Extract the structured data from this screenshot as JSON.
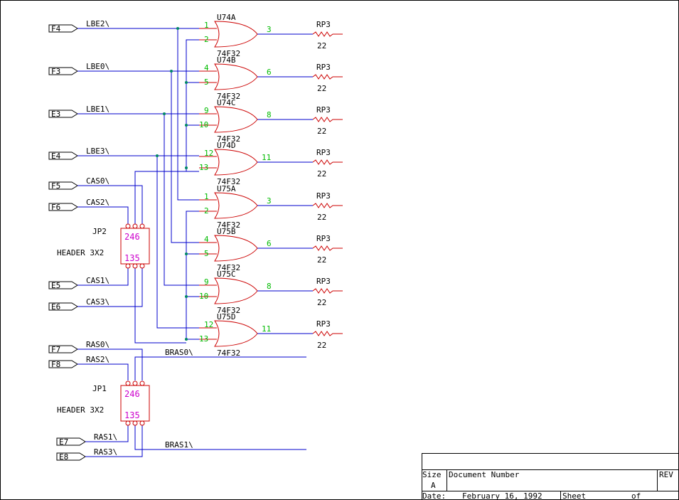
{
  "gates": [
    {
      "ref": "U74A",
      "type": "74F32",
      "in_a": "1",
      "in_b": "2",
      "out": "3",
      "res_ref": "RP3",
      "res_val": "22"
    },
    {
      "ref": "U74B",
      "type": "74F32",
      "in_a": "4",
      "in_b": "5",
      "out": "6",
      "res_ref": "RP3",
      "res_val": "22"
    },
    {
      "ref": "U74C",
      "type": "74F32",
      "in_a": "9",
      "in_b": "10",
      "out": "8",
      "res_ref": "RP3",
      "res_val": "22"
    },
    {
      "ref": "U74D",
      "type": "74F32",
      "in_a": "12",
      "in_b": "13",
      "out": "11",
      "res_ref": "RP3",
      "res_val": "22"
    },
    {
      "ref": "U75A",
      "type": "74F32",
      "in_a": "1",
      "in_b": "2",
      "out": "3",
      "res_ref": "RP3",
      "res_val": "22"
    },
    {
      "ref": "U75B",
      "type": "74F32",
      "in_a": "4",
      "in_b": "5",
      "out": "6",
      "res_ref": "RP3",
      "res_val": "22"
    },
    {
      "ref": "U75C",
      "type": "74F32",
      "in_a": "9",
      "in_b": "10",
      "out": "8",
      "res_ref": "RP3",
      "res_val": "22"
    },
    {
      "ref": "U75D",
      "type": "74F32",
      "in_a": "12",
      "in_b": "13",
      "out": "11",
      "res_ref": "RP3",
      "res_val": "22"
    }
  ],
  "ports": [
    {
      "id": "F4",
      "signal": "LBE2\\"
    },
    {
      "id": "F3",
      "signal": "LBE0\\"
    },
    {
      "id": "E3",
      "signal": "LBE1\\"
    },
    {
      "id": "E4",
      "signal": "LBE3\\"
    },
    {
      "id": "F5",
      "signal": "CAS0\\"
    },
    {
      "id": "F6",
      "signal": "CAS2\\"
    },
    {
      "id": "E5",
      "signal": "CAS1\\"
    },
    {
      "id": "E6",
      "signal": "CAS3\\"
    },
    {
      "id": "F7",
      "signal": "RAS0\\"
    },
    {
      "id": "F8",
      "signal": "RAS2\\"
    },
    {
      "id": "E7",
      "signal": "RAS1\\"
    },
    {
      "id": "E8",
      "signal": "RAS3\\"
    }
  ],
  "jumpers": [
    {
      "ref": "JP2",
      "desc": "HEADER 3X2",
      "top_pins": "246",
      "bottom_pins": "135"
    },
    {
      "ref": "JP1",
      "desc": "HEADER 3X2",
      "top_pins": "246",
      "bottom_pins": "135"
    }
  ],
  "outputs": {
    "bras0": "BRAS0\\",
    "bras1": "BRAS1\\"
  },
  "title_block": {
    "size_label": "Size",
    "size_value": "A",
    "docnum_label": "Document Number",
    "rev_label": "REV",
    "date_label": "Date:",
    "date_value": "February 16, 1992",
    "sheet_label": "Sheet",
    "of_label": "of"
  },
  "colors": {
    "wire": "#0000cc",
    "part": "#cc0000",
    "pin_number": "#00bb00",
    "header_number": "#cc00cc",
    "junction": "#008866"
  }
}
